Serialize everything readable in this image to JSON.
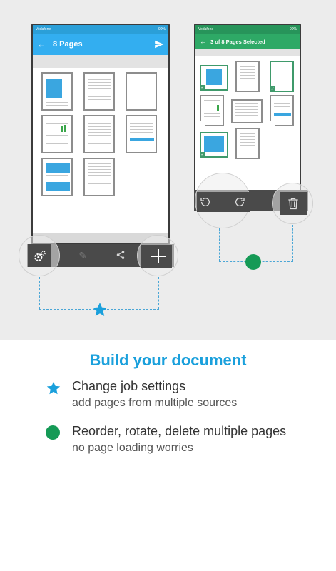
{
  "phone1": {
    "status_left": "Vodafone",
    "status_right": "90%",
    "title": "8 Pages",
    "back_icon": "back-arrow-icon",
    "action_icon": "send-icon"
  },
  "phone2": {
    "status_left": "Vodafone",
    "status_right": "90%",
    "title": "3 of 8 Pages Selected",
    "back_icon": "back-arrow-icon"
  },
  "toolbar1": {
    "items": [
      "settings-icon",
      "edit-icon",
      "share-icon",
      "add-icon"
    ]
  },
  "toolbar2": {
    "items": [
      "rotate-left-icon",
      "rotate-right-icon",
      "delete-icon"
    ]
  },
  "colors": {
    "accent_blue": "#1aa0dc",
    "accent_green": "#159a56",
    "appbar_blue": "#33aef0",
    "appbar_green": "#2ea966"
  },
  "content": {
    "heading": "Build your document",
    "features": [
      {
        "bullet": "star-icon",
        "title": "Change job settings",
        "subtitle": "add pages from multiple sources"
      },
      {
        "bullet": "green-dot-icon",
        "title": "Reorder, rotate, delete multiple pages",
        "subtitle": "no page loading worries"
      }
    ]
  }
}
